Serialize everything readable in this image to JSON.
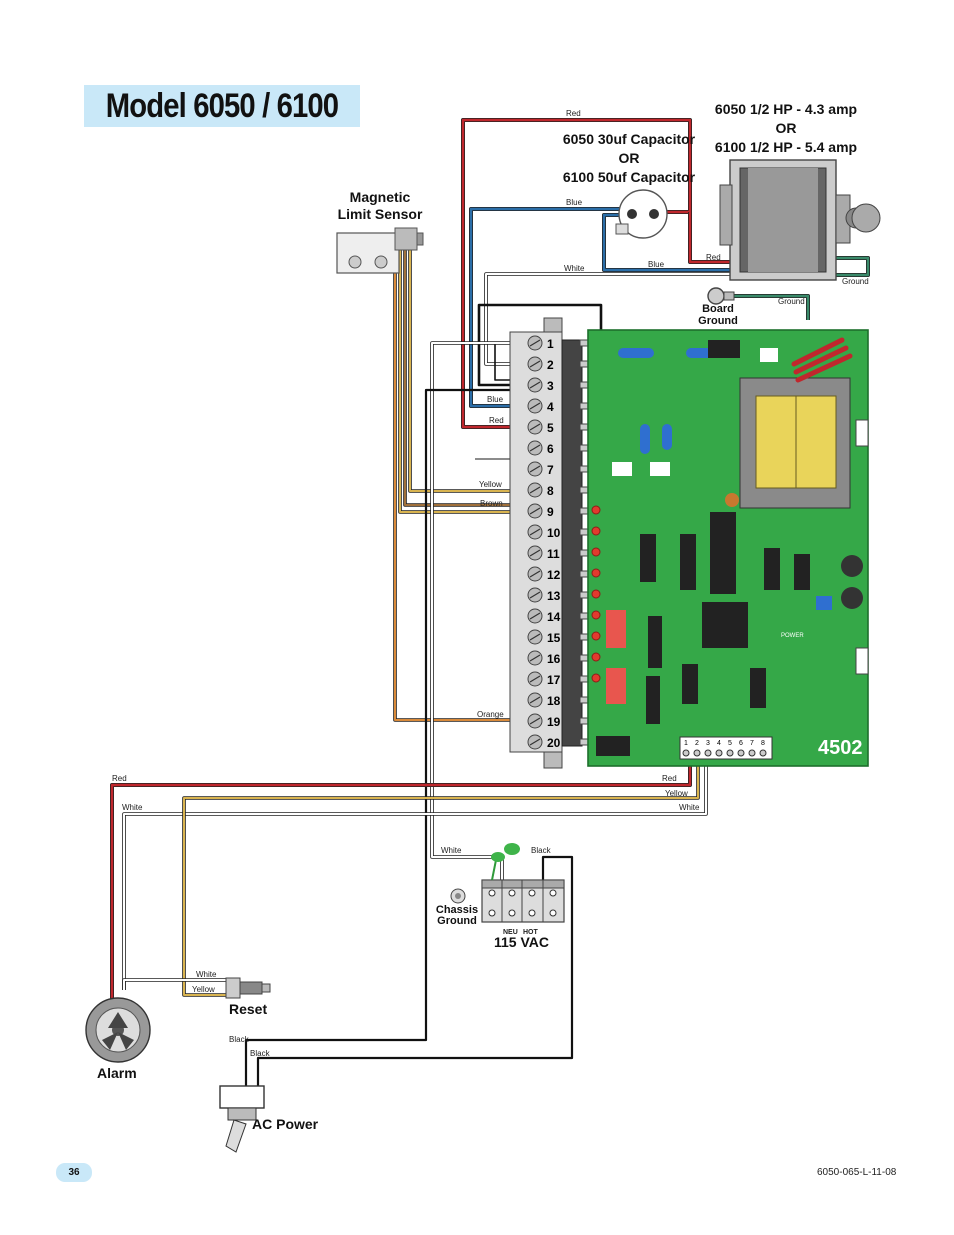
{
  "title": "Model 6050 / 6100",
  "motor_spec": [
    "6050 1/2 HP - 4.3 amp",
    "OR",
    "6100 1/2 HP - 5.4 amp"
  ],
  "capacitor_spec": [
    "6050 30uf Capacitor",
    "OR",
    "6100 50uf Capacitor"
  ],
  "magnetic_sensor_label": [
    "Magnetic",
    "Limit Sensor"
  ],
  "board_ground_label": [
    "Board",
    "Ground"
  ],
  "board_model": "4502",
  "power_led_label": "POWER",
  "terminal_numbers": [
    "1",
    "2",
    "3",
    "4",
    "5",
    "6",
    "7",
    "8",
    "9",
    "10",
    "11",
    "12",
    "13",
    "14",
    "15",
    "16",
    "17",
    "18",
    "19",
    "20"
  ],
  "small_terminal_numbers": [
    "1",
    "2",
    "3",
    "4",
    "5",
    "6",
    "7",
    "8"
  ],
  "wire_labels": {
    "red_top": "Red",
    "blue_top": "Blue",
    "blue_cap": "Blue",
    "red_motor": "Red",
    "white_top": "White",
    "ground_motor": "Ground",
    "ground_board": "Ground",
    "blue_t4": "Blue",
    "red_t5": "Red",
    "yellow_t8": "Yellow",
    "brown_t9": "Brown",
    "orange_t19": "Orange",
    "red_alarm": "Red",
    "white_alarm": "White",
    "red_board": "Red",
    "yellow_board": "Yellow",
    "white_board": "White",
    "white_ac": "White",
    "black_ac": "Black",
    "white_reset": "White",
    "yellow_reset": "Yellow",
    "black_switch_1": "Black",
    "black_switch_2": "Black"
  },
  "chassis_ground_label": [
    "Chassis",
    "Ground"
  ],
  "neu_label": "NEU",
  "hot_label": "HOT",
  "vac_label": "115 VAC",
  "reset_label": "Reset",
  "alarm_label": "Alarm",
  "ac_power_label": "AC Power",
  "page_number": "36",
  "doc_code": "6050-065-L-11-08",
  "colors": {
    "title_bg": "#c9e8f8",
    "board_green": "#35a848",
    "wire_red": "#c0272d",
    "wire_blue": "#2b6ea8",
    "wire_yellow": "#d9b450",
    "wire_brown": "#a0703a",
    "wire_orange": "#d98a3a",
    "wire_green": "#3a8a6a"
  }
}
